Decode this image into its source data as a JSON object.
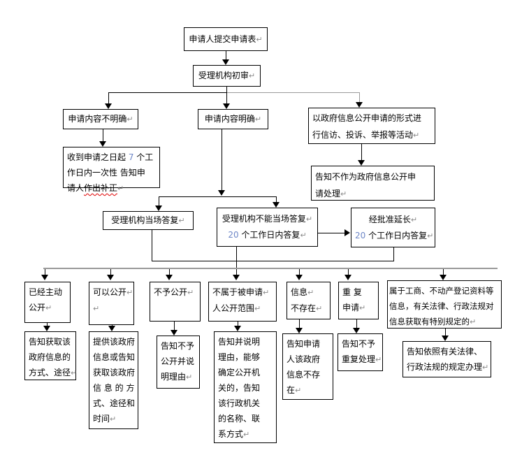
{
  "colors": {
    "background": "#ffffff",
    "text": "#000000",
    "border": "#000000",
    "connector": "#000000",
    "connector_gray": "#9a9a9a",
    "number_text": "#6e87c7",
    "spellcheck_underline": "#e00000",
    "paragraph_mark": "#8a8a8a"
  },
  "marks": {
    "return": "↵"
  },
  "nodes": {
    "submit": {
      "text": "申请人提交申请表"
    },
    "review": {
      "text": "受理机构初审"
    },
    "unclear": {
      "text": "申请内容不明确"
    },
    "clear": {
      "text": "申请内容明确"
    },
    "petition": {
      "l1": "以政府信息公开申请的形式进",
      "l2": "行信访、投诉、举报等活动"
    },
    "supplement": {
      "l1a": "收到申请之日起 ",
      "l1num": "7",
      "l1b": " 个工",
      "l2": "作日内一次性 告知申",
      "l3a": "请人",
      "l3b": "作出补正"
    },
    "notAsRequest": {
      "l1": "告知不作为政府信息公开申",
      "l2": "请处理"
    },
    "onspot": {
      "text": "受理机构当场答复"
    },
    "cannot": {
      "l1": "受理机构不能当场答复",
      "l2num": "20",
      "l2": " 个工作日内答复"
    },
    "extend": {
      "l1": "经批准延长",
      "l2num": "20",
      "l2": " 个工作日内答复"
    }
  },
  "branches": {
    "b1": {
      "cond1": "已经主动",
      "cond2": "公开",
      "r1": "告知获取该",
      "r2": "政府信息的",
      "r3": "方式、途径"
    },
    "b2": {
      "cond1": "可以公开",
      "r1": "提供该政府",
      "r2": "信息或告知",
      "r3": "获取该政府",
      "r4": "信 息 的 方",
      "r5": "式、途径和",
      "r6": "时间"
    },
    "b3": {
      "cond1": "不予公开",
      "r1": "告知不予",
      "r2": "公开并说",
      "r3": "明理由"
    },
    "b4": {
      "cond1": "不属于被申请",
      "cond2": "人公开范围",
      "r1": "告知并说明",
      "r2": "理由，能够",
      "r3": "确定公开机",
      "r4": "关的，告知",
      "r5": "该行政机关",
      "r6": "的名称、联",
      "r7": "系方式"
    },
    "b5": {
      "cond1": "信息",
      "cond2": "不存在",
      "r1": "告知申请",
      "r2": "人该政府",
      "r3": "信息不存",
      "r4": "在"
    },
    "b6": {
      "cond1": "重 复",
      "cond2": "申请",
      "r1": "告知不予",
      "r2": "重复处理"
    },
    "b7": {
      "cond1": "属于工商、不动产登记资料等",
      "cond2": "信息，有关法律、行政法规对",
      "cond3": "信息获取有特别规定的",
      "r1": "告知依照有关法律、",
      "r2": "行政法规的规定办理"
    }
  }
}
